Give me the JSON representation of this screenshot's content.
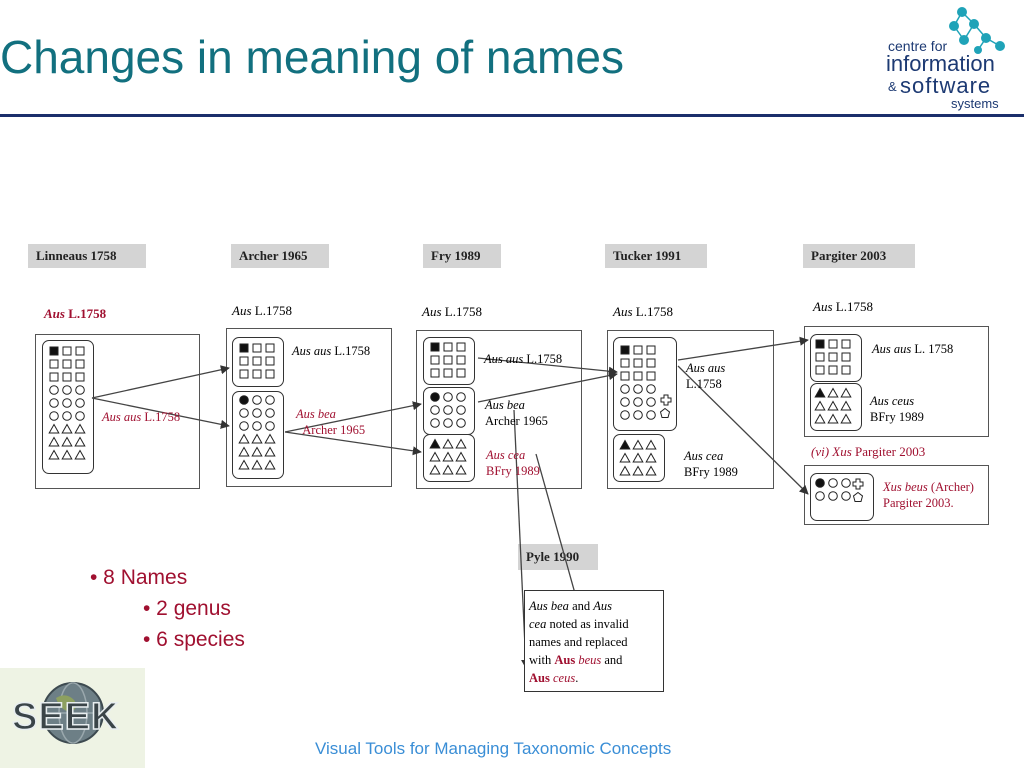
{
  "title": "Changes in meaning of names",
  "logo": {
    "line1": "centre for",
    "line2": "information",
    "line3_amp": "&",
    "line3": "software",
    "line4": "systems"
  },
  "headers": [
    "Linneaus 1758",
    "Archer 1965",
    "Fry 1989",
    "Tucker 1991",
    "Pargiter 2003",
    "Pyle 1990"
  ],
  "genus_labels": {
    "linneaus": {
      "genus": "Aus",
      "auth": "L.1758"
    },
    "archer": {
      "genus": "Aus",
      "auth": "L.1758"
    },
    "fry": {
      "genus": "Aus",
      "auth": "L.1758"
    },
    "tucker": {
      "genus": "Aus",
      "auth": "L.1758"
    },
    "pargiter": {
      "genus": "Aus",
      "auth": "L.1758"
    }
  },
  "labels": {
    "lin_aus": {
      "name": "Aus aus",
      "auth": "L.1758"
    },
    "arc_aus": {
      "name": "Aus aus",
      "auth": "L.1758"
    },
    "arc_bea": {
      "name": "Aus bea",
      "auth": "Archer 1965"
    },
    "fry_aus": {
      "name": "Aus aus",
      "auth": "L.1758"
    },
    "fry_bea": {
      "name": "Aus bea",
      "auth": "Archer 1965"
    },
    "fry_cea": {
      "name": "Aus cea",
      "auth": "BFry 1989"
    },
    "tuc_aus": {
      "name": "Aus aus",
      "auth": "L.1758"
    },
    "tuc_cea": {
      "name": "Aus cea",
      "auth": "BFry 1989"
    },
    "par_aus": {
      "name": "Aus aus",
      "auth": "L. 1758"
    },
    "par_ceus": {
      "name": "Aus ceus",
      "auth": "BFry 1989"
    },
    "par_xus_prefix": "(vi)",
    "par_xus_genus": "Xus",
    "par_xus_auth": "Pargiter 2003",
    "par_beus": {
      "name": "Xus beus",
      "auth1": "(Archer)",
      "auth2": "Pargiter 2003."
    }
  },
  "pyle_note": {
    "t1": "Aus bea",
    "t2": " and ",
    "t3": "Aus",
    "t4": "cea",
    "t5": " noted as invalid",
    "t6": "names and replaced",
    "t7": "with ",
    "t8": "Aus",
    "t9": " beus",
    "t10": " and",
    "t11": "Aus",
    "t12": " ceus",
    "t13": "."
  },
  "bullets": {
    "b1": "• 8 Names",
    "b2": "• 2 genus",
    "b3": "• 6 species"
  },
  "seek_logo": "SEEK",
  "footer": "Visual Tools for Managing Taxonomic Concepts",
  "colors": {
    "title": "#12707f",
    "rule": "#1b2f6b",
    "red_text": "#a01030",
    "footer": "#3a8ed6",
    "logo_dots": "#1fa3b8"
  }
}
